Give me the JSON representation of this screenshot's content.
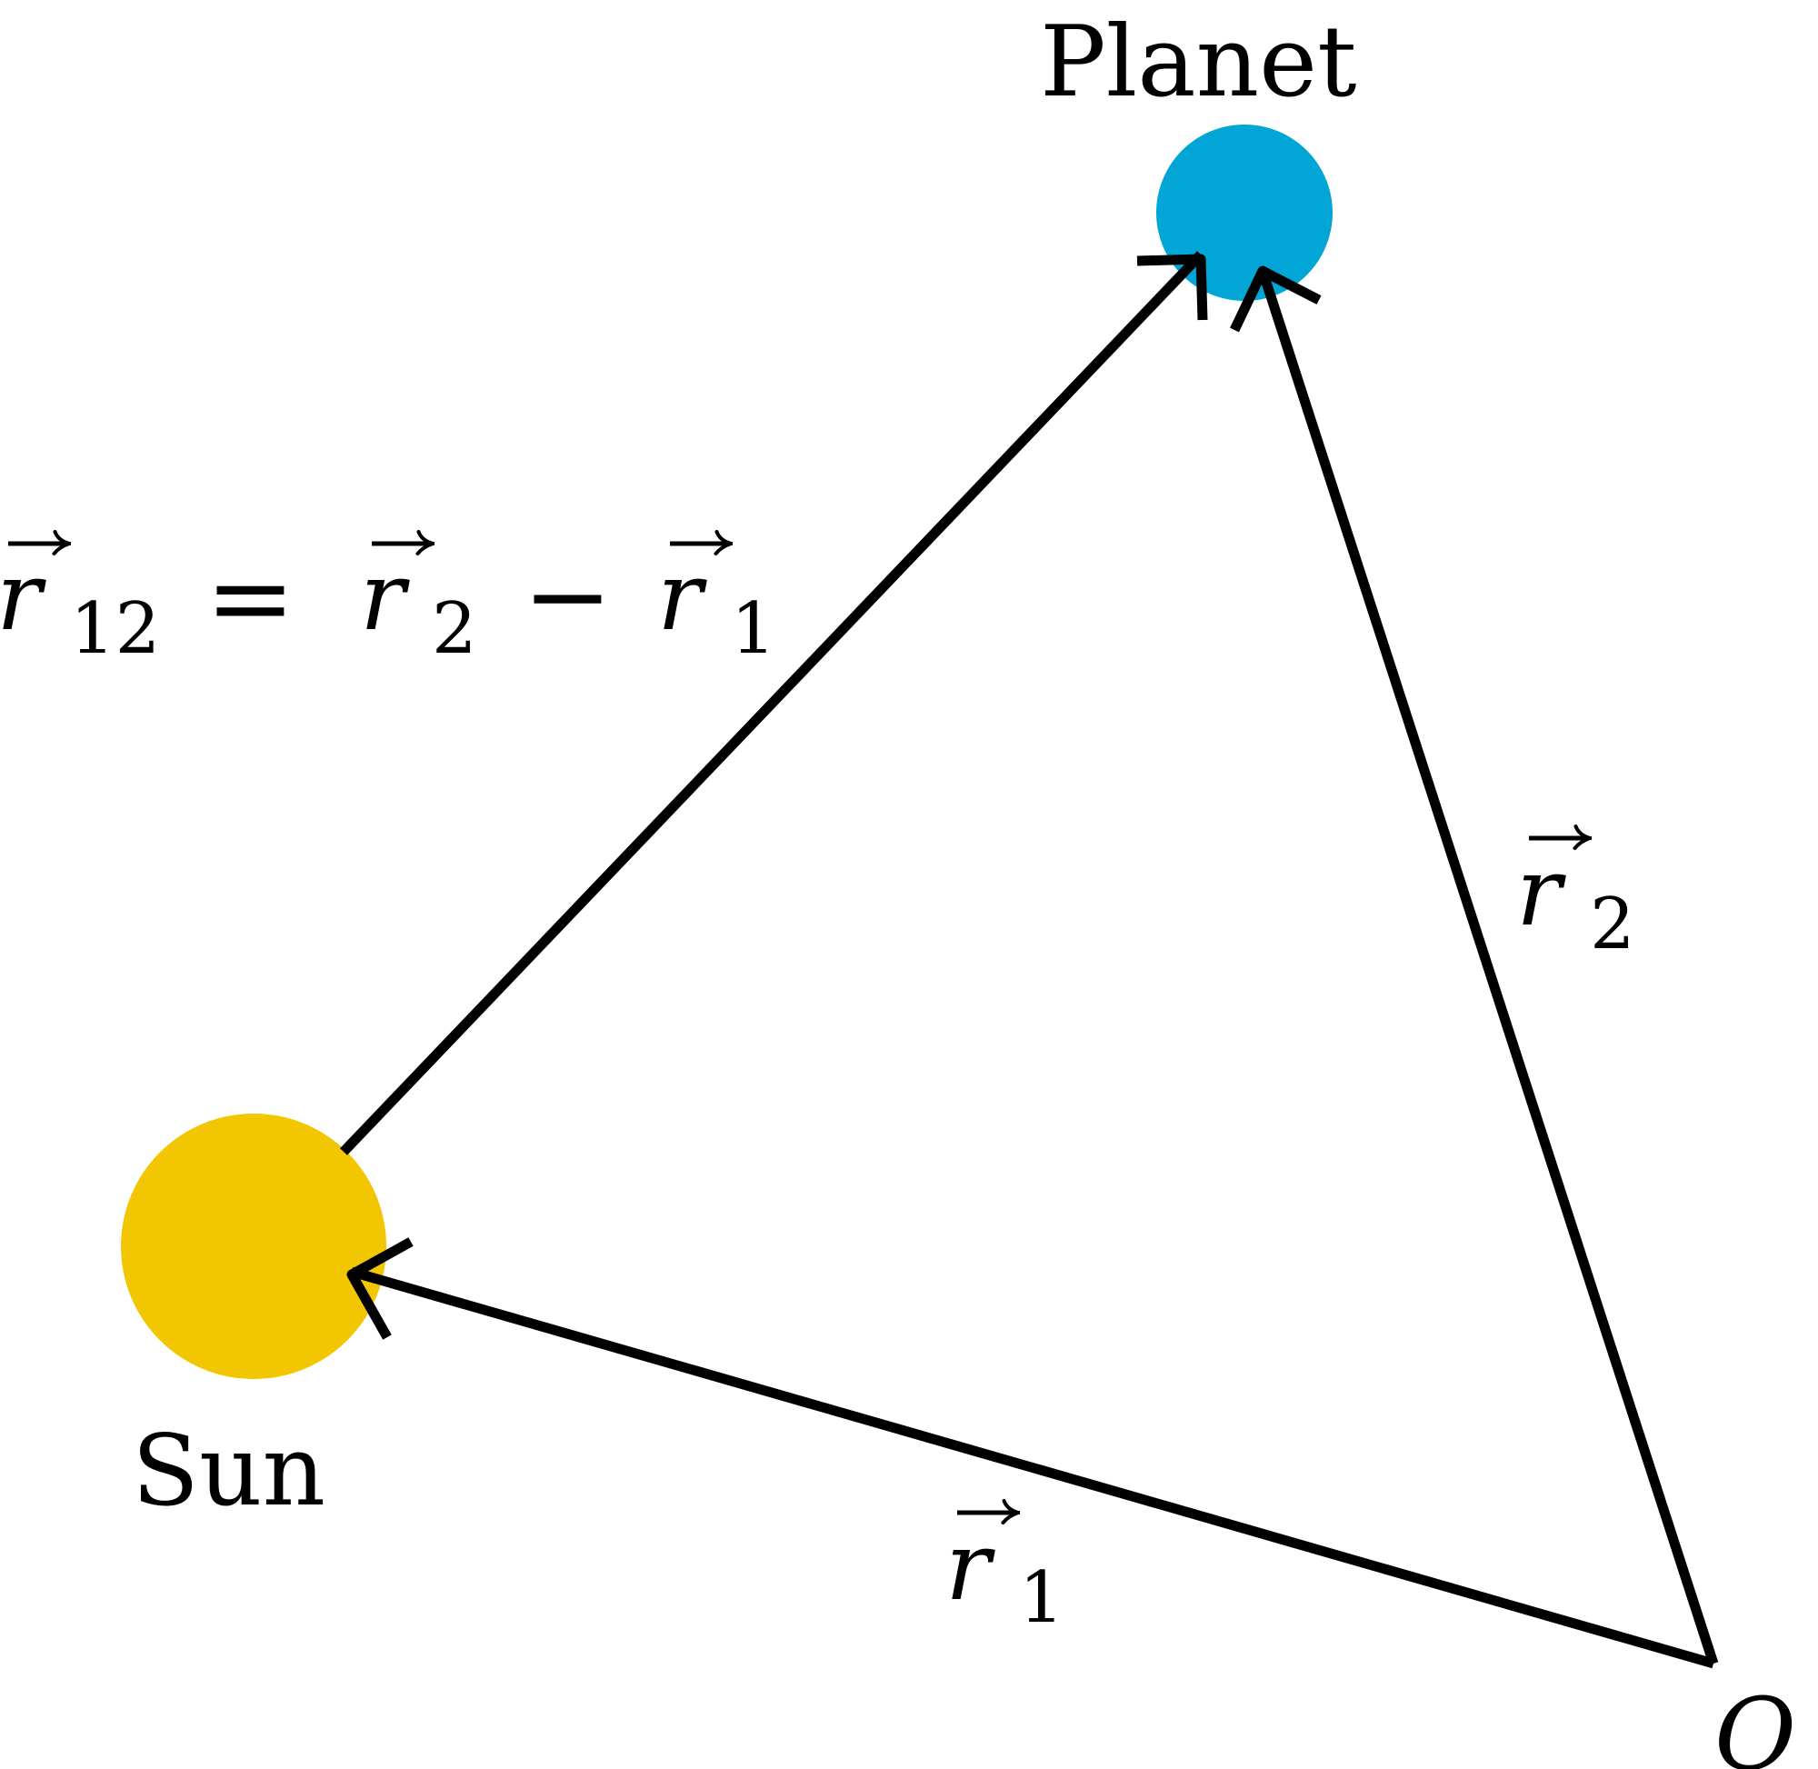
{
  "labels": {
    "planet": "Planet",
    "sun": "Sun",
    "origin": "O"
  },
  "vectors": {
    "r1": {
      "symbol": "r",
      "subscript": "1"
    },
    "r2": {
      "symbol": "r",
      "subscript": "2"
    },
    "equation": {
      "lhs_symbol": "r",
      "lhs_sub": "12",
      "equals": "=",
      "a_symbol": "r",
      "a_sub": "2",
      "minus": "−",
      "b_symbol": "r",
      "b_sub": "1"
    }
  },
  "colors": {
    "planet": "#02A6D6",
    "sun": "#F2C600",
    "vector": "#000000"
  }
}
